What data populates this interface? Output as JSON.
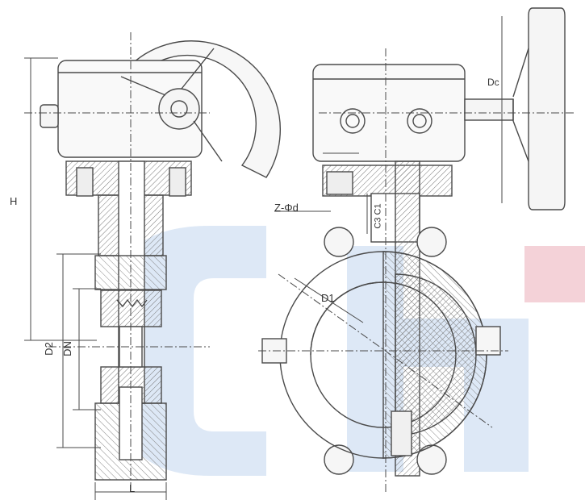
{
  "watermark": {
    "text": "CH",
    "colors": {
      "blue": "#dde8f6",
      "red": "#f4d2d8"
    }
  },
  "labels": {
    "height": "H",
    "handwheel_diameter": "Dc",
    "flange_diameter": "D2",
    "nominal_diameter": "DN",
    "face_to_face": "L",
    "bolt_holes": "Z-Φd",
    "stem_dims": "C3 C1",
    "disc_diameter": "D1"
  },
  "colors": {
    "line": "#4a4a4a",
    "hatch": "#8a8a8a",
    "fill": "#f5f5f5"
  }
}
